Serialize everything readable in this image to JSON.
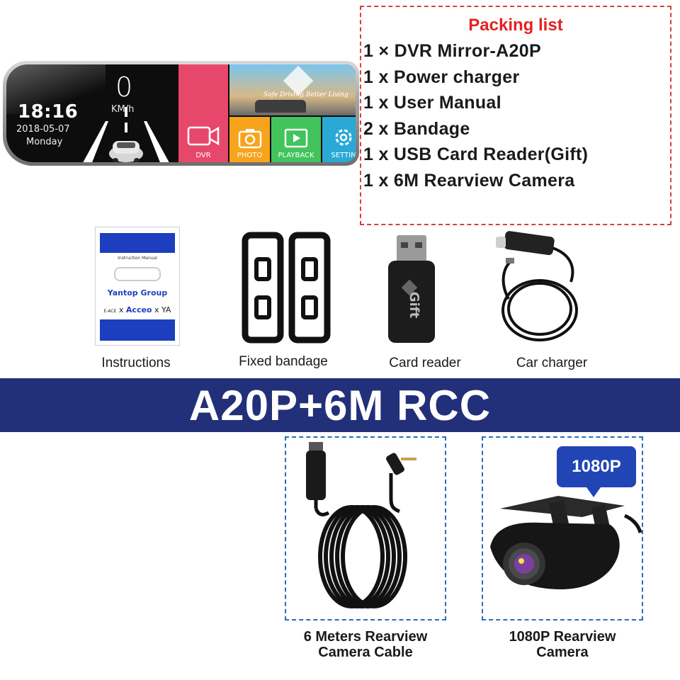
{
  "mirror": {
    "time": "18:16",
    "date": "2018-05-07",
    "day": "Monday",
    "speed": "0",
    "speed_unit": "KM/h",
    "video_slogan": "Safe Driving Better Living",
    "tiles": {
      "dvr": "DVR",
      "photo": "PHOTO",
      "playback": "PLAYBACK",
      "settings": "SETTIN"
    },
    "colors": {
      "dvr": "#e8476c",
      "photo": "#f7a31c",
      "playback": "#43c35b",
      "settings": "#2aa8d6"
    }
  },
  "packing_list": {
    "title": "Packing list",
    "items": [
      "1 × DVR Mirror-A20P",
      "1 x Power charger",
      "1 x User Manual",
      "2 x Bandage",
      "1 x USB Card Reader(Gift)",
      "1 x 6M Rearview Camera"
    ],
    "title_color": "#e52222",
    "border_color": "#d84040"
  },
  "accessories": {
    "manual": {
      "label": "Instructions",
      "cover_title": "Instruction Manual",
      "cover_group": "Yantop Group",
      "cover_brand_1": "E-ACE",
      "cover_brand_2": "Acceo",
      "cover_brand_3": "YA",
      "cover_sep": "x"
    },
    "bandage": {
      "label": "Fixed bandage"
    },
    "card_reader": {
      "label": "Card reader",
      "text": "Gift"
    },
    "charger": {
      "label": "Car charger"
    }
  },
  "banner": {
    "text": "A20P+6M RCC",
    "color": "#22307a"
  },
  "bottom": {
    "cable": {
      "line1": "6 Meters Rearview",
      "line2": "Camera Cable"
    },
    "camera": {
      "line1": "1080P Rearview",
      "line2": "Camera",
      "badge": "1080P"
    },
    "border_color": "#2a6fb5",
    "badge_color": "#2145b5"
  }
}
